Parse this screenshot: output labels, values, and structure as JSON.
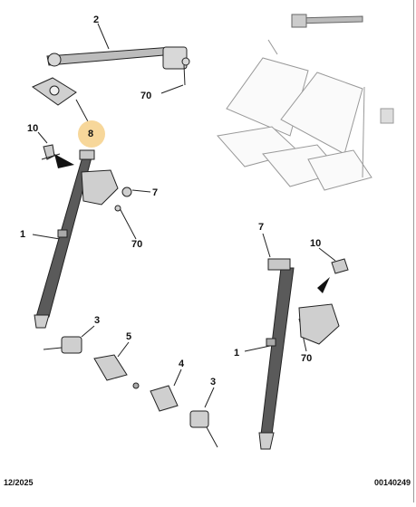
{
  "callouts": {
    "c_2": "2",
    "c_70_top": "70",
    "c_8": "8",
    "c_10_left": "10",
    "c_7_left": "7",
    "c_70_left": "70",
    "c_1_left": "1",
    "c_3_top": "3",
    "c_5": "5",
    "c_4": "4",
    "c_3_bottom": "3",
    "c_7_right": "7",
    "c_10_right": "10",
    "c_1_right": "1",
    "c_70_right": "70"
  },
  "footer": {
    "date": "12/2025",
    "ref": "00140249"
  },
  "colors": {
    "highlight": "#f7d79a",
    "part_fill": "#d8d8d8",
    "belt": "#5a5a5a",
    "line": "#222222"
  }
}
